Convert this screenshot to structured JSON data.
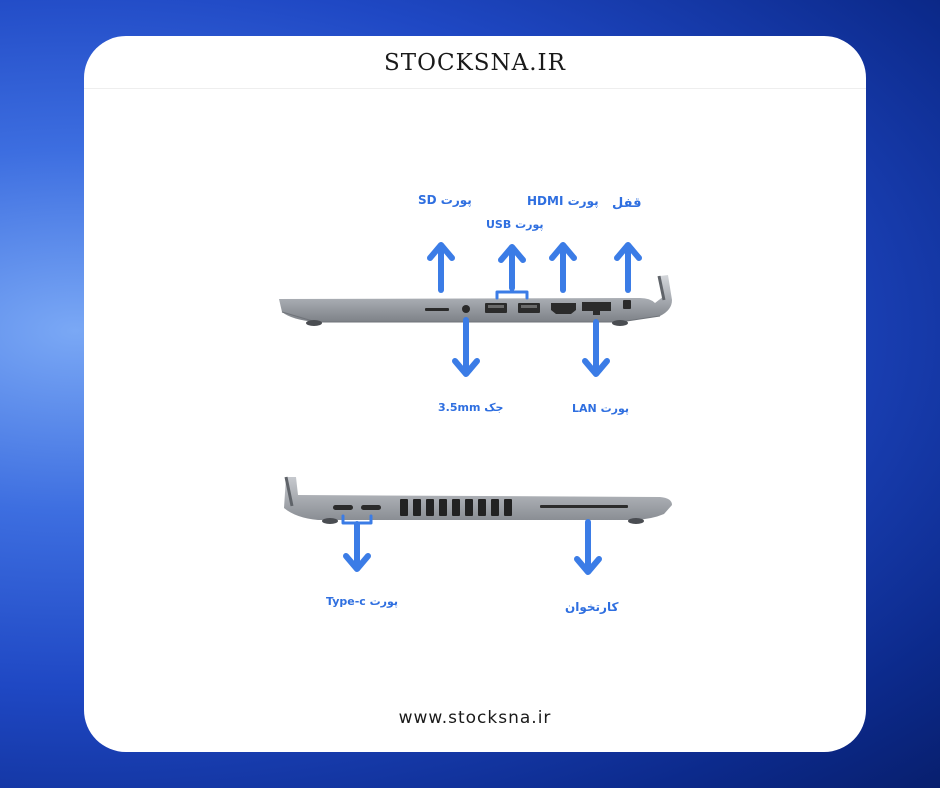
{
  "brand": {
    "title": "STOCKSNA.IR",
    "url": "www.stocksna.ir"
  },
  "colors": {
    "background": "#1f48c4",
    "card": "#ffffff",
    "arrow": "#3b7ce6",
    "label": "#2f6fe0",
    "laptop_body": "#a9adb3"
  },
  "labels": {
    "sd": "پورت SD",
    "usb": "پورت USB",
    "hdmi": "پورت HDMI",
    "lock": "قفل",
    "jack": "جک 3.5mm",
    "lan": "پورت LAN",
    "typec": "پورت Type-c",
    "card_reader": "کارتخوان"
  }
}
